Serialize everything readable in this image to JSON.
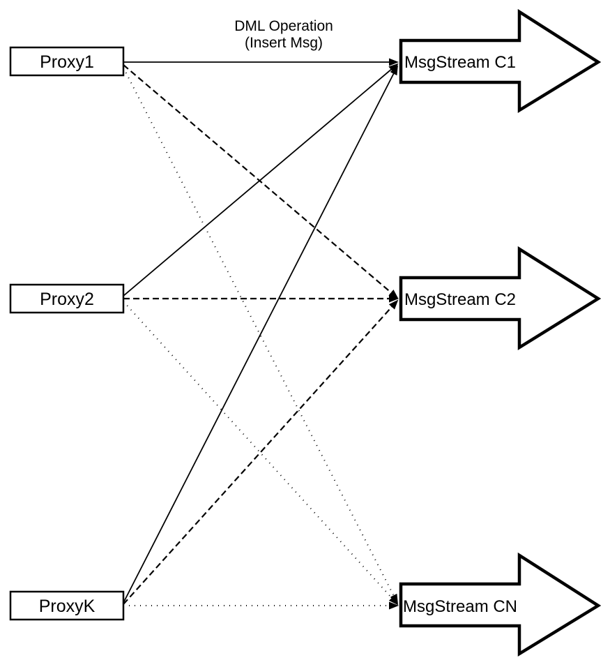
{
  "diagram": {
    "title_line1": "DML Operation",
    "title_line2": "(Insert Msg)",
    "proxies": [
      {
        "label": "Proxy1"
      },
      {
        "label": "Proxy2"
      },
      {
        "label": "ProxyK"
      }
    ],
    "streams": [
      {
        "label": "MsgStream C1"
      },
      {
        "label": "MsgStream C2"
      },
      {
        "label": "MsgStream CN"
      }
    ],
    "connections": [
      {
        "from": "Proxy1",
        "to": "MsgStream C1",
        "style": "solid"
      },
      {
        "from": "Proxy1",
        "to": "MsgStream C2",
        "style": "dashed"
      },
      {
        "from": "Proxy1",
        "to": "MsgStream CN",
        "style": "dotted"
      },
      {
        "from": "Proxy2",
        "to": "MsgStream C1",
        "style": "solid"
      },
      {
        "from": "Proxy2",
        "to": "MsgStream C2",
        "style": "dashed"
      },
      {
        "from": "Proxy2",
        "to": "MsgStream CN",
        "style": "dotted"
      },
      {
        "from": "ProxyK",
        "to": "MsgStream C1",
        "style": "solid"
      },
      {
        "from": "ProxyK",
        "to": "MsgStream C2",
        "style": "dashed"
      },
      {
        "from": "ProxyK",
        "to": "MsgStream CN",
        "style": "dotted"
      }
    ],
    "colors": {
      "stroke": "#000000",
      "fill": "#ffffff"
    }
  }
}
